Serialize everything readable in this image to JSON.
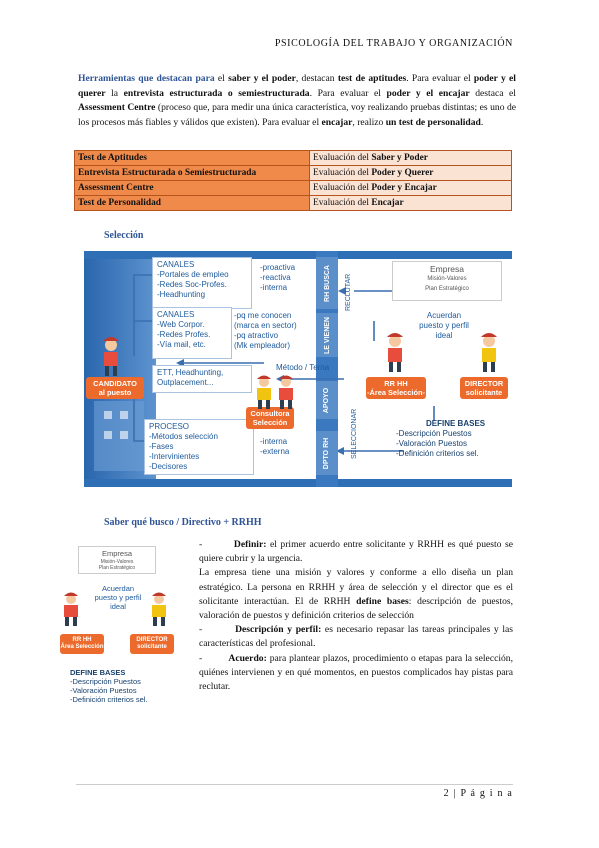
{
  "header": "PSICOLOGÍA DEL TRABAJO Y ORGANIZACIÓN",
  "intro": {
    "p1": "Herramientas que destacan para",
    "p2": " el ",
    "p3": "saber y el poder",
    "p4": ", destacan ",
    "p5": "test de aptitudes",
    "p6": ". Para evaluar el ",
    "p7": "poder y el querer",
    "p8": " la ",
    "p9": "entrevista estructurada o semiestructurada",
    "p10": ". Para evaluar el ",
    "p11": "poder y el encajar",
    "p12": " destaca el ",
    "p13": "Assessment Centre",
    "p14": " (proceso que, para medir una única característica, voy realizando pruebas distintas; es uno de los procesos más fiables y válidos que existen). Para evaluar el ",
    "p15": "encajar",
    "p16": ", realizo ",
    "p17": "un test de personalidad",
    "p18": "."
  },
  "table": [
    {
      "tool": "Test de Aptitudes",
      "eval": "Evaluación del ",
      "what": "Saber y Poder"
    },
    {
      "tool": "Entrevista Estructurada o Semiestructurada",
      "eval": "Evaluación del ",
      "what": "Poder y Querer"
    },
    {
      "tool": "Assessment Centre",
      "eval": "Evaluación del ",
      "what": "Poder y Encajar"
    },
    {
      "tool": "Test de Personalidad",
      "eval": "Evaluación del ",
      "what": "Encajar"
    }
  ],
  "section1_title": "Selección",
  "diagram1": {
    "canales1": [
      "CANALES",
      "-Portales de empleo",
      "-Redes Soc-Profes.",
      "-Headhunting"
    ],
    "proactiva": [
      "-proactiva",
      "-reactiva",
      "-interna"
    ],
    "canales2": [
      "CANALES",
      "-Web Corpor.",
      "-Redes Profes.",
      "-Vía mail, etc."
    ],
    "marca": [
      "-pq me conocen",
      "(marca en sector)",
      "-pq atractivo",
      "(Mk empleador)"
    ],
    "ett": [
      "ETT, Headhunting,",
      "Outplacement..."
    ],
    "proceso": [
      "PROCESO",
      "-Métodos selección",
      "-Fases",
      "-Intervinientes",
      "-Decisores"
    ],
    "interna": [
      "-interna",
      "-externa"
    ],
    "side_labels": [
      "RH BUSCA",
      "LE VIENEN",
      "APOYO",
      "DPTO RH"
    ],
    "reclutar": "RECLUTAR",
    "seleccionar": "SELECCIONAR",
    "empresa": "Empresa",
    "mision": "Misión-Valores",
    "plan": "Plan Estratégico",
    "acuerdan": [
      "Acuerdan",
      "puesto y perfil",
      "ideal"
    ],
    "metodo": "Método / Terna",
    "candidato": [
      "CANDIDATO",
      "al puesto"
    ],
    "consultora": [
      "Consultora",
      "Selección"
    ],
    "rrhh": [
      "RR HH",
      "-Área Selección-"
    ],
    "director": [
      "DIRECTOR",
      "solicitante"
    ],
    "define": [
      "DEFINE BASES",
      "-Descripción Puestos",
      "-Valoración Puestos",
      "-Definición criterios sel."
    ]
  },
  "section2_title": "Saber qué busco / Directivo + RRHH",
  "diagram2": {
    "empresa": "Empresa",
    "mision": "Misión-Valores",
    "plan": "Plan Estratégico",
    "acuerdan": [
      "Acuerdan",
      "puesto y perfil",
      "ideal"
    ],
    "rrhh": [
      "RR HH",
      "Área Selección"
    ],
    "director": [
      "DIRECTOR",
      "solicitante"
    ],
    "define": [
      "DEFINE BASES",
      "-Descripción Puestos",
      "-Valoración Puestos",
      "-Definición criterios sel."
    ]
  },
  "body2": {
    "b1_label": "Definir:",
    "b1_text": " el primer acuerdo entre solicitante y RRHH es qué puesto se quiere cubrir y la urgencia.",
    "b1_more_a": "La empresa tiene una misión y valores y conforme a ello diseña un plan estratégico. La persona en RRHH y área de selección y el director que es el solicitante interactúan. El de RRHH ",
    "b1_more_b": "define bases",
    "b1_more_c": ": descripción de puestos, valoración de puestos y definición criterios de selección",
    "b2_label": "Descripción y perfil:",
    "b2_text": " es necesario repasar las tareas principales y las características del profesional.",
    "b3_label": "Acuerdo:",
    "b3_text": " para plantear plazos, procedimiento o etapas para la selección, quiénes intervienen y en qué momentos, en puestos complicados hay pistas para reclutar."
  },
  "footer": "2 | P á g i n a"
}
